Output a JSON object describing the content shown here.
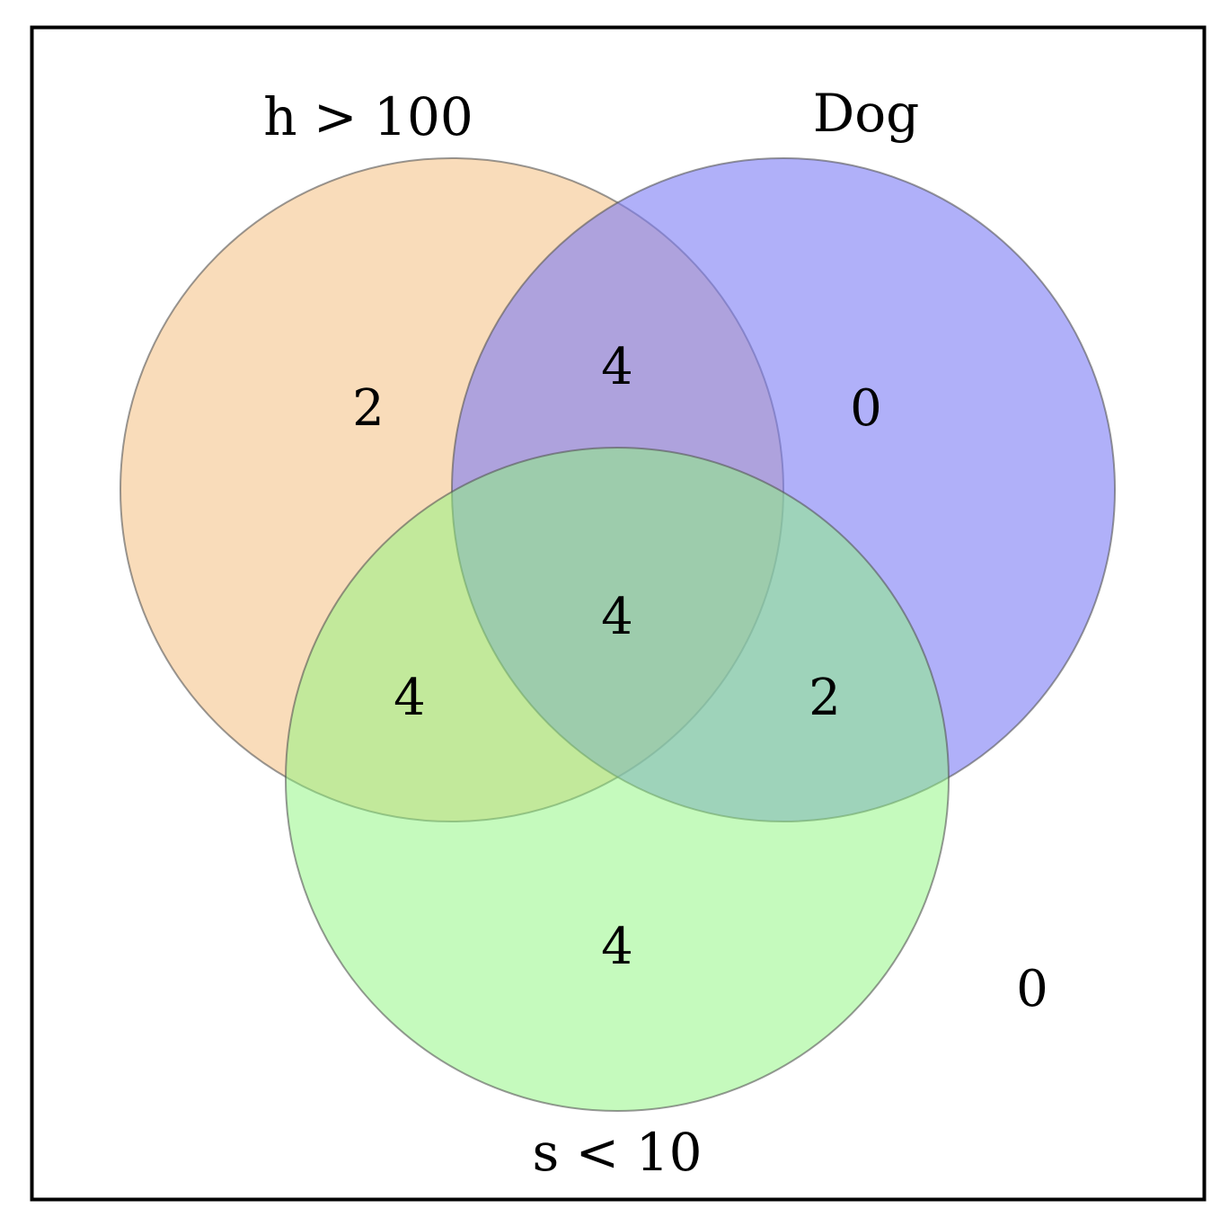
{
  "diagram": {
    "type": "venn3",
    "sets": [
      {
        "id": "A",
        "label": "h > 100",
        "color": "#f5c48c"
      },
      {
        "id": "B",
        "label": "Dog",
        "color": "#7b7bf5"
      },
      {
        "id": "C",
        "label": "s < 10",
        "color": "#8cf57b"
      }
    ],
    "regions": {
      "A_only": "2",
      "B_only": "0",
      "C_only": "4",
      "AB_only": "4",
      "AC_only": "4",
      "BC_only": "2",
      "ABC": "4",
      "outside": "0"
    },
    "colors": {
      "frame": "#000000",
      "circle_stroke": "#555555"
    }
  }
}
